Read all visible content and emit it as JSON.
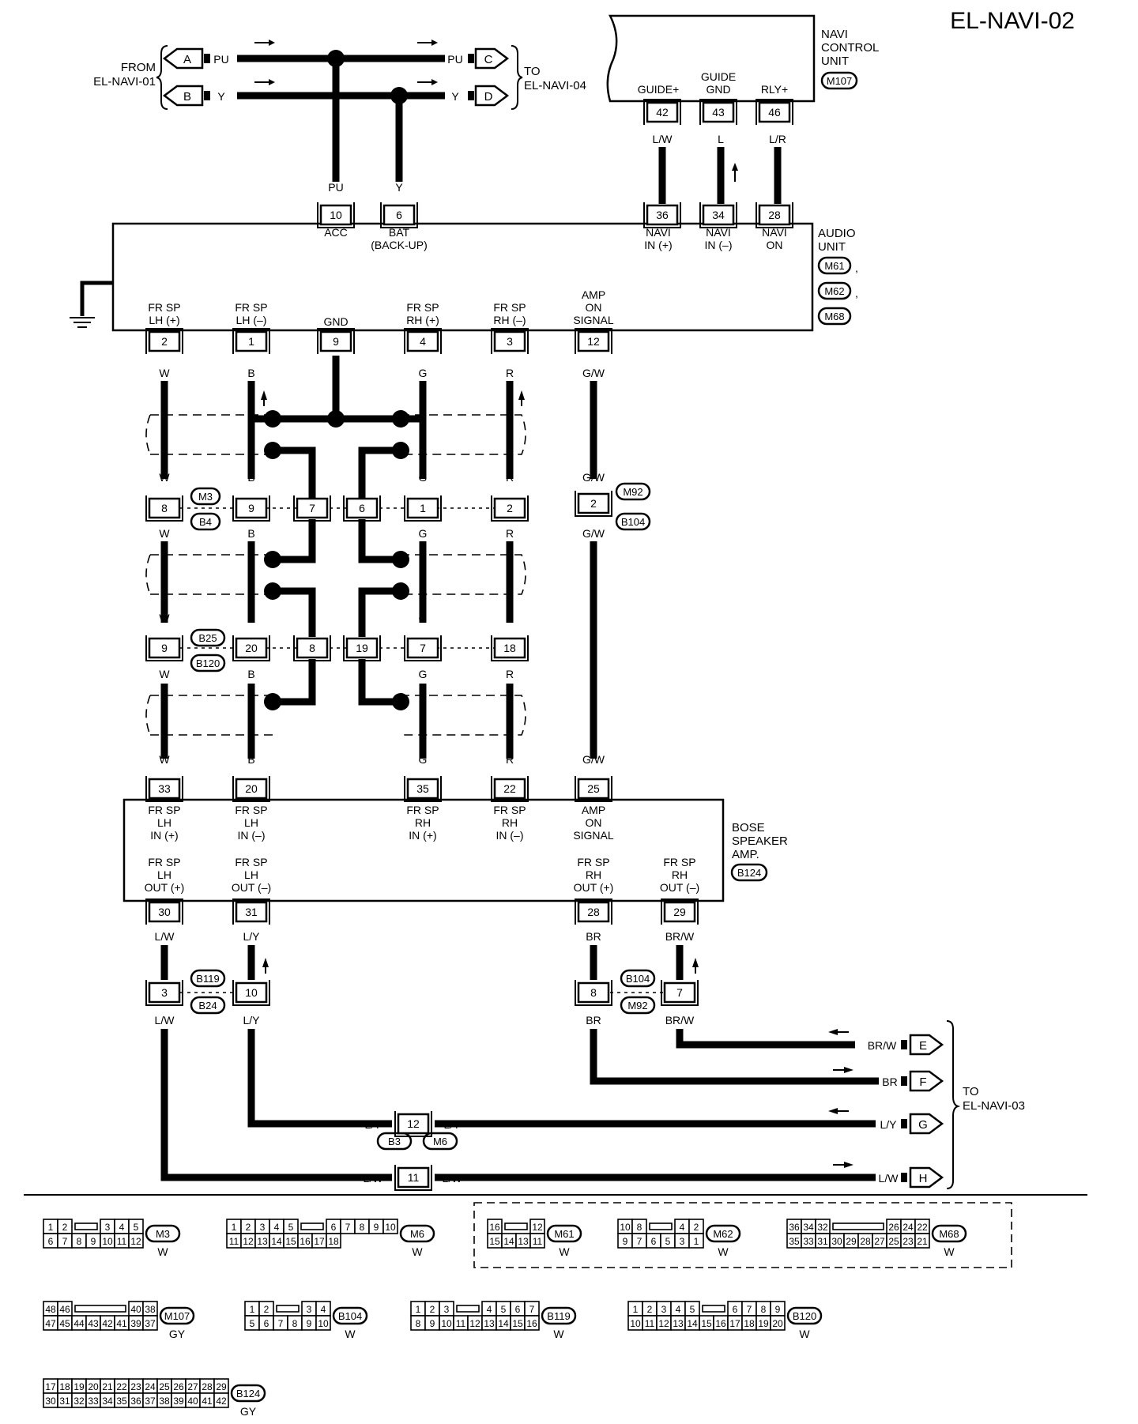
{
  "title": "EL-NAVI-02",
  "from_label": [
    "FROM",
    "EL-NAVI-01"
  ],
  "to_label_04": [
    "TO",
    "EL-NAVI-04"
  ],
  "to_label_03": [
    "TO",
    "EL-NAVI-03"
  ],
  "wire_colors": {
    "pu": "PU",
    "y": "Y"
  },
  "terminals": {
    "a": "A",
    "b": "B",
    "c": "C",
    "d": "D",
    "e": "E",
    "f": "F",
    "g": "G",
    "h": "H"
  },
  "navi_unit": {
    "label": [
      "NAVI",
      "CONTROL",
      "UNIT"
    ],
    "connector": "M107",
    "pins": [
      {
        "label": [
          "GUIDE+"
        ],
        "pin": "42",
        "wire": "L/W"
      },
      {
        "label": [
          "GUIDE",
          "GND"
        ],
        "pin": "43",
        "wire": "L"
      },
      {
        "label": [
          "RLY+"
        ],
        "pin": "46",
        "wire": "L/R"
      }
    ]
  },
  "audio_unit": {
    "label": [
      "AUDIO",
      "UNIT"
    ],
    "connectors": [
      "M61",
      "M62",
      "M68"
    ],
    "top_pins": [
      {
        "pin": "10",
        "label": [
          "ACC"
        ],
        "wire": "PU"
      },
      {
        "pin": "6",
        "label": [
          "BAT",
          "(BACK-UP)"
        ],
        "wire": "Y"
      },
      {
        "pin": "36",
        "label": [
          "NAVI",
          "IN (+)"
        ]
      },
      {
        "pin": "34",
        "label": [
          "NAVI",
          "IN (–)"
        ]
      },
      {
        "pin": "28",
        "label": [
          "NAVI",
          "ON"
        ]
      }
    ],
    "bottom_pins": [
      {
        "pin": "2",
        "label": [
          "FR SP",
          "LH (+)"
        ],
        "wire": "W"
      },
      {
        "pin": "1",
        "label": [
          "FR SP",
          "LH (–)"
        ],
        "wire": "B"
      },
      {
        "pin": "9",
        "label": [
          "GND"
        ]
      },
      {
        "pin": "4",
        "label": [
          "FR SP",
          "RH (+)"
        ],
        "wire": "G"
      },
      {
        "pin": "3",
        "label": [
          "FR SP",
          "RH (–)"
        ],
        "wire": "R"
      },
      {
        "pin": "12",
        "label": [
          "AMP",
          "ON",
          "SIGNAL"
        ],
        "wire": "G/W"
      }
    ]
  },
  "joint_row1": {
    "pins": [
      "8",
      "9",
      "7",
      "6",
      "1",
      "2"
    ],
    "wires": [
      "W",
      "B",
      "G",
      "R"
    ],
    "conns": [
      "M3",
      "B4"
    ],
    "amp_pin": "2",
    "amp_conns": [
      "M92",
      "B104"
    ],
    "amp_wire": "G/W"
  },
  "joint_row2": {
    "pins": [
      "9",
      "20",
      "8",
      "19",
      "7",
      "18"
    ],
    "wires": [
      "W",
      "B",
      "G",
      "R"
    ],
    "conns": [
      "B25",
      "B120"
    ]
  },
  "bose_amp": {
    "label": [
      "BOSE",
      "SPEAKER",
      "AMP."
    ],
    "connector": "B124",
    "in_pins": [
      {
        "pin": "33",
        "label": [
          "FR SP",
          "LH",
          "IN (+)"
        ],
        "wire": "W"
      },
      {
        "pin": "20",
        "label": [
          "FR SP",
          "LH",
          "IN (–)"
        ],
        "wire": "B"
      },
      {
        "pin": "35",
        "label": [
          "FR SP",
          "RH",
          "IN (+)"
        ],
        "wire": "G"
      },
      {
        "pin": "22",
        "label": [
          "FR SP",
          "RH",
          "IN (–)"
        ],
        "wire": "R"
      },
      {
        "pin": "25",
        "label": [
          "AMP",
          "ON",
          "SIGNAL"
        ],
        "wire": "G/W"
      }
    ],
    "out_pins": [
      {
        "pin": "30",
        "label": [
          "FR SP",
          "LH",
          "OUT (+)"
        ],
        "wire": "L/W"
      },
      {
        "pin": "31",
        "label": [
          "FR SP",
          "LH",
          "OUT (–)"
        ],
        "wire": "L/Y"
      },
      {
        "pin": "28",
        "label": [
          "FR SP",
          "RH",
          "OUT (+)"
        ],
        "wire": "BR"
      },
      {
        "pin": "29",
        "label": [
          "FR SP",
          "RH",
          "OUT (–)"
        ],
        "wire": "BR/W"
      }
    ]
  },
  "lower_joints": {
    "left": {
      "pins": [
        "3",
        "10"
      ],
      "conns": [
        "B119",
        "B24"
      ],
      "wires": [
        "L/W",
        "L/Y"
      ]
    },
    "right": {
      "pins": [
        "8",
        "7"
      ],
      "conns": [
        "B104",
        "M92"
      ],
      "wires": [
        "BR",
        "BR/W"
      ]
    },
    "bottom": {
      "pins": [
        "12",
        "11"
      ],
      "conns": [
        "B3",
        "M6"
      ],
      "wires": [
        "L/Y",
        "L/W"
      ]
    }
  },
  "connector_views": [
    {
      "id": "M3",
      "color": "W",
      "rows": [
        [
          "1",
          "2",
          "",
          "3",
          "4",
          "5"
        ],
        [
          "6",
          "7",
          "8",
          "9",
          "10",
          "11",
          "12"
        ]
      ]
    },
    {
      "id": "M6",
      "color": "W",
      "rows": [
        [
          "1",
          "2",
          "3",
          "4",
          "5",
          "",
          "6",
          "7",
          "8",
          "9",
          "10"
        ],
        [
          "11",
          "12",
          "13",
          "14",
          "15",
          "16",
          "17",
          "18"
        ]
      ]
    },
    {
      "id": "M61",
      "color": "W",
      "rows": [
        [
          "16",
          "",
          "12"
        ],
        [
          "15",
          "14",
          "13",
          "11"
        ]
      ]
    },
    {
      "id": "M62",
      "color": "W",
      "rows": [
        [
          "10",
          "8",
          "",
          "4",
          "2"
        ],
        [
          "9",
          "7",
          "6",
          "5",
          "3",
          "1"
        ]
      ]
    },
    {
      "id": "M68",
      "color": "W",
      "rows": [
        [
          "36",
          "34",
          "32",
          "",
          "26",
          "24",
          "22"
        ],
        [
          "35",
          "33",
          "31",
          "30",
          "29",
          "28",
          "27",
          "25",
          "23",
          "21"
        ]
      ]
    },
    {
      "id": "M107",
      "color": "GY",
      "rows": [
        [
          "48",
          "46",
          "",
          "40",
          "38"
        ],
        [
          "47",
          "45",
          "44",
          "43",
          "42",
          "41",
          "39",
          "37"
        ]
      ]
    },
    {
      "id": "B104",
      "color": "W",
      "rows": [
        [
          "1",
          "2",
          "",
          "3",
          "4"
        ],
        [
          "5",
          "6",
          "7",
          "8",
          "9",
          "10"
        ]
      ]
    },
    {
      "id": "B119",
      "color": "W",
      "rows": [
        [
          "1",
          "2",
          "3",
          "",
          "4",
          "5",
          "6",
          "7"
        ],
        [
          "8",
          "9",
          "10",
          "11",
          "12",
          "13",
          "14",
          "15",
          "16"
        ]
      ]
    },
    {
      "id": "B120",
      "color": "W",
      "rows": [
        [
          "1",
          "2",
          "3",
          "4",
          "5",
          "",
          "6",
          "7",
          "8",
          "9"
        ],
        [
          "10",
          "11",
          "12",
          "13",
          "14",
          "15",
          "16",
          "17",
          "18",
          "19",
          "20"
        ]
      ]
    },
    {
      "id": "B124",
      "color": "GY",
      "rows": [
        [
          "17",
          "18",
          "19",
          "20",
          "21",
          "22",
          "23",
          "24",
          "25",
          "26",
          "27",
          "28",
          "29"
        ],
        [
          "30",
          "31",
          "32",
          "33",
          "34",
          "35",
          "36",
          "37",
          "38",
          "39",
          "40",
          "41",
          "42"
        ]
      ]
    }
  ]
}
